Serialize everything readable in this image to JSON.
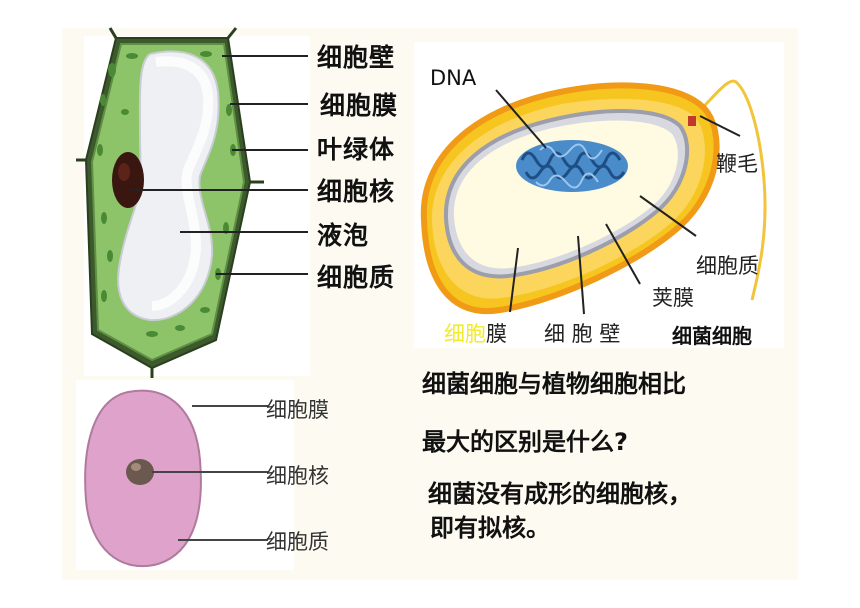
{
  "plant_labels": {
    "cell_wall": "细胞壁",
    "cell_membrane": "细胞膜",
    "chloroplast": "叶绿体",
    "nucleus": "细胞核",
    "vacuole": "液泡",
    "cytoplasm": "细胞质"
  },
  "animal_labels": {
    "membrane": "细胞膜",
    "nucleus": "细胞核",
    "cytoplasm": "细胞质"
  },
  "bacteria_labels": {
    "dna": "DNA",
    "flagellum": "鞭毛",
    "cytoplasm": "细胞质",
    "capsule": "荚膜",
    "membrane_hl": "细胞",
    "membrane_rest": "膜",
    "cell_wall": "细 胞 壁",
    "caption": "细菌细胞"
  },
  "question": {
    "line1": "细菌细胞与植物细胞相比",
    "line2": "最大的区别是什么?",
    "answer1": "细菌没有成形的细胞核，",
    "answer2": "即有拟核。"
  },
  "colors": {
    "plant_green": "#8dc46a",
    "cell_wall_dark": "#3c5a2c",
    "bacteria_yellow": "#f5c51d",
    "dna_blue": "#3f82c2",
    "animal_pink": "#dfa3cb",
    "membrane_highlight": "#f2ea2c"
  }
}
